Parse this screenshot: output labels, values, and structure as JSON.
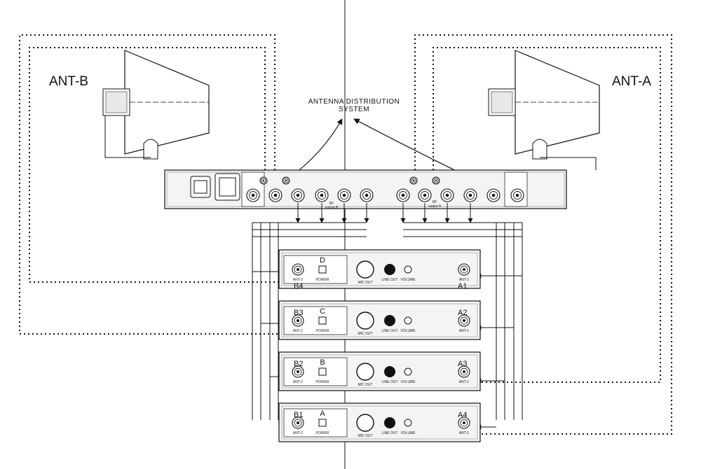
{
  "antennas": {
    "left_label": "ANT-B",
    "right_label": "ANT-A"
  },
  "distribution": {
    "title_line1": "ANTENNA DISTRIBUTION",
    "title_line2": "SYSTEM",
    "rf_label_b": "RF",
    "rf_output_b": "output B",
    "rf_label_a": "RF",
    "rf_output_a": "output A"
  },
  "receivers": [
    {
      "left_id": "B4",
      "right_id": "A1",
      "channel": "D",
      "left_port": "ANT-2",
      "right_port": "ANT-1",
      "power": "POWER",
      "mic": "MIC OUT",
      "line": "LINE OUT",
      "volume": "VOLUME"
    },
    {
      "left_id": "B3",
      "right_id": "A2",
      "channel": "C",
      "left_port": "ANT-2",
      "right_port": "ANT-1",
      "power": "POWER",
      "mic": "MIC OUT",
      "line": "LINE OUT",
      "volume": "VOLUME"
    },
    {
      "left_id": "B2",
      "right_id": "A3",
      "channel": "B",
      "left_port": "ANT-2",
      "right_port": "ANT-1",
      "power": "POWER",
      "mic": "MIC OUT",
      "line": "LINE OUT",
      "volume": "VOLUME"
    },
    {
      "left_id": "B1",
      "right_id": "A4",
      "channel": "A",
      "left_port": "ANT-2",
      "right_port": "ANT-1",
      "power": "POWER",
      "mic": "MIC OUT",
      "line": "LINE OUT",
      "volume": "VOLUME"
    }
  ],
  "colors": {
    "line": "#111111",
    "panel": "#f4f4f4"
  }
}
